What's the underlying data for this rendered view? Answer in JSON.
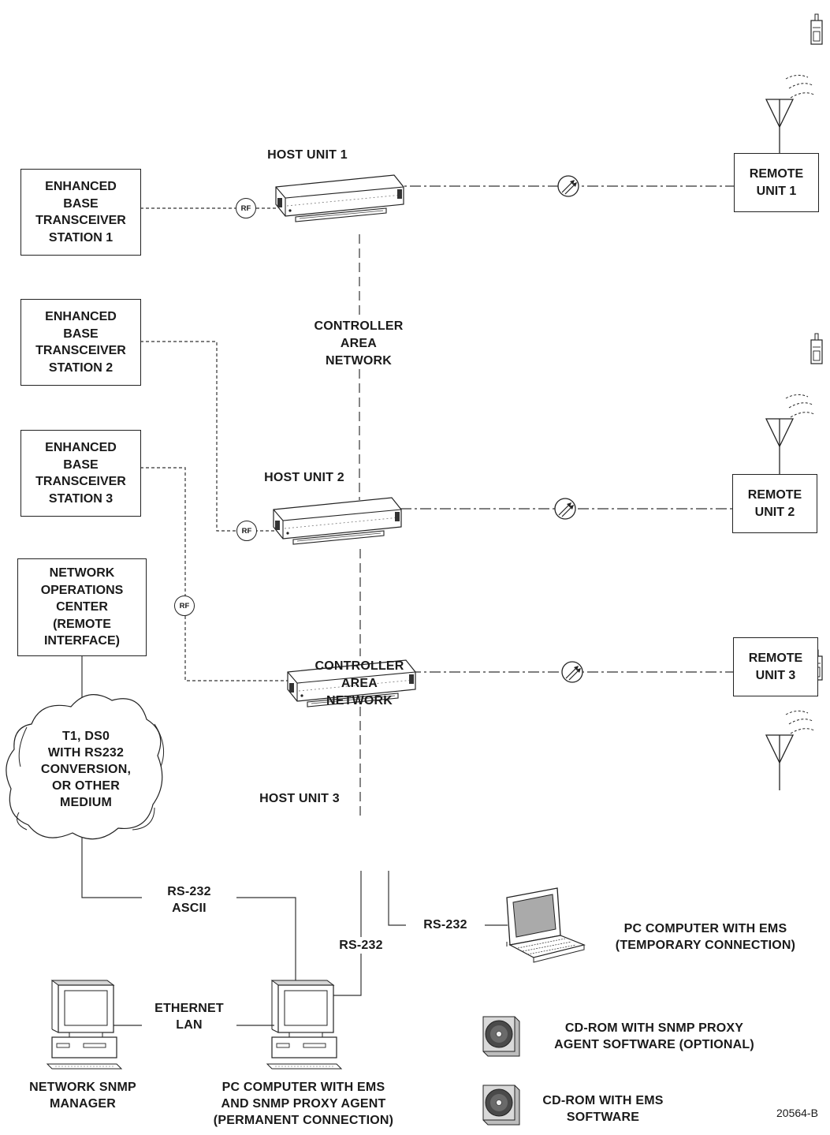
{
  "bts": [
    {
      "label": "ENHANCED\nBASE\nTRANSCEIVER\nSTATION 1"
    },
    {
      "label": "ENHANCED\nBASE\nTRANSCEIVER\nSTATION 2"
    },
    {
      "label": "ENHANCED\nBASE\nTRANSCEIVER\nSTATION 3"
    }
  ],
  "noc": {
    "label": "NETWORK\nOPERATIONS\nCENTER\n(REMOTE\nINTERFACE)"
  },
  "cloud": {
    "label": "T1, DS0\nWITH RS232\nCONVERSION,\nOR OTHER\nMEDIUM"
  },
  "hosts": [
    {
      "label": "HOST UNIT 1"
    },
    {
      "label": "HOST UNIT 2"
    },
    {
      "label": "HOST UNIT 3"
    }
  ],
  "remotes": [
    {
      "label": "REMOTE\nUNIT 1"
    },
    {
      "label": "REMOTE\nUNIT 2"
    },
    {
      "label": "REMOTE\nUNIT 3"
    }
  ],
  "can_labels": [
    {
      "label": "CONTROLLER\nAREA\nNETWORK"
    },
    {
      "label": "CONTROLLER\nAREA\nNETWORK"
    }
  ],
  "rf_label": "RF",
  "links": {
    "rs232_ascii": "RS-232\nASCII",
    "rs232_a": "RS-232",
    "rs232_b": "RS-232",
    "ethernet": "ETHERNET\nLAN"
  },
  "computers": {
    "snmp_manager": "NETWORK SNMP\nMANAGER",
    "pc_permanent": "PC COMPUTER WITH EMS\nAND SNMP PROXY AGENT\n(PERMANENT CONNECTION)",
    "pc_temporary": "PC COMPUTER WITH EMS\n(TEMPORARY CONNECTION)"
  },
  "cdroms": [
    {
      "label": "CD-ROM WITH SNMP PROXY\nAGENT SOFTWARE (OPTIONAL)"
    },
    {
      "label": "CD-ROM WITH EMS\nSOFTWARE"
    }
  ],
  "figure_number": "20564-B"
}
